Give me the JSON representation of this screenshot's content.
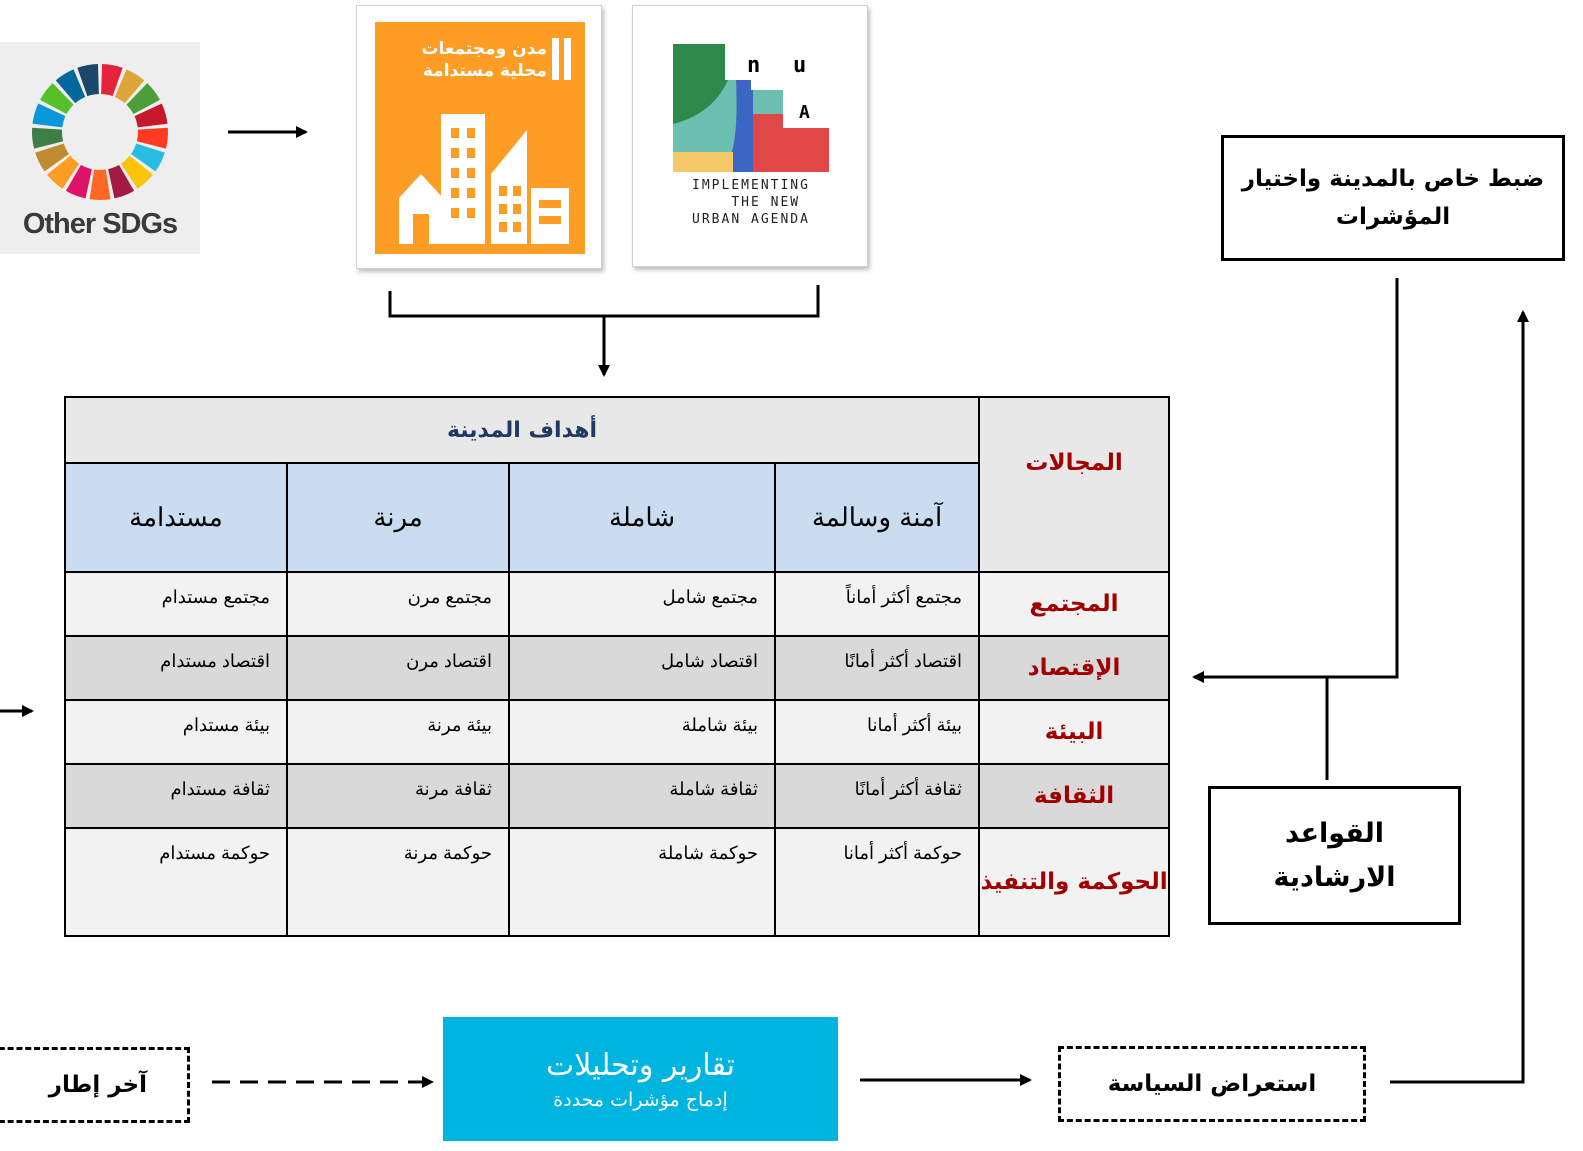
{
  "sdg_logo": {
    "label": "Other SDGs"
  },
  "sdg11": {
    "title": "مدن ومجتمعات محلية مستدامة"
  },
  "nua": {
    "letters": [
      "n",
      "u",
      "A"
    ],
    "caption": "IMPLEMENTING\n   THE NEW\nURBAN AGENDA"
  },
  "city_box": {
    "text": "ضبط خاص بالمدينة واختيار المؤشرات"
  },
  "guide_box": {
    "text": "القواعد الارشادية"
  },
  "table": {
    "domains_header": "المجالات",
    "goals_header": "أهداف المدينة",
    "goals": [
      "مستدامة",
      "مرنة",
      "شاملة",
      "آمنة وسالمة"
    ],
    "rows": [
      {
        "domain": "المجتمع",
        "cells": [
          "مجتمع مستدام",
          "مجتمع مرن",
          "مجتمع شامل",
          "مجتمع أكثر أماناً"
        ]
      },
      {
        "domain": "الإقتصاد",
        "cells": [
          "اقتصاد مستدام",
          "اقتصاد مرن",
          "اقتصاد شامل",
          "اقتصاد أكثر أمانًا"
        ]
      },
      {
        "domain": "البيئة",
        "cells": [
          "بيئة مستدام",
          "بيئة مرنة",
          "بيئة شاملة",
          "بيئة أكثر أمانا"
        ]
      },
      {
        "domain": "الثقافة",
        "cells": [
          "ثقافة مستدام",
          "ثقافة مرنة",
          "ثقافة شاملة",
          "ثقافة أكثر أمانًا"
        ]
      },
      {
        "domain": "الحوكمة والتنفيذ",
        "cells": [
          "حوكمة مستدام",
          "حوكمة مرنة",
          "حوكمة شاملة",
          "حوكمة أكثر أمانا"
        ]
      }
    ]
  },
  "reports": {
    "title": "تقارير وتحليلات",
    "subtitle": "إدماج مؤشرات محددة"
  },
  "policy_box": {
    "text": "استعراض السياسة"
  },
  "other_box": {
    "text": "آخر إطار"
  },
  "colors": {
    "sdg11_orange": "#fd9d24",
    "reports_blue": "#00b4e0",
    "domain_red": "#a00000",
    "goal_blue": "#1f3864",
    "goal_header_bg": "#c9dcf0"
  }
}
